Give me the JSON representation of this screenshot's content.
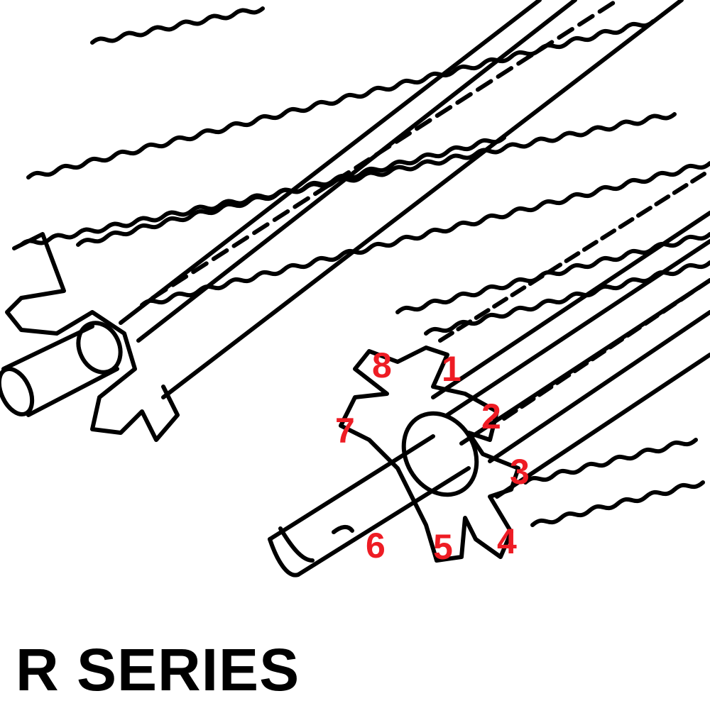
{
  "title": "R SERIES",
  "colors": {
    "label": "#ee1c24",
    "line": "#000000",
    "background": "#ffffff"
  },
  "labels": [
    "1",
    "2",
    "3",
    "4",
    "5",
    "6",
    "7",
    "8"
  ]
}
